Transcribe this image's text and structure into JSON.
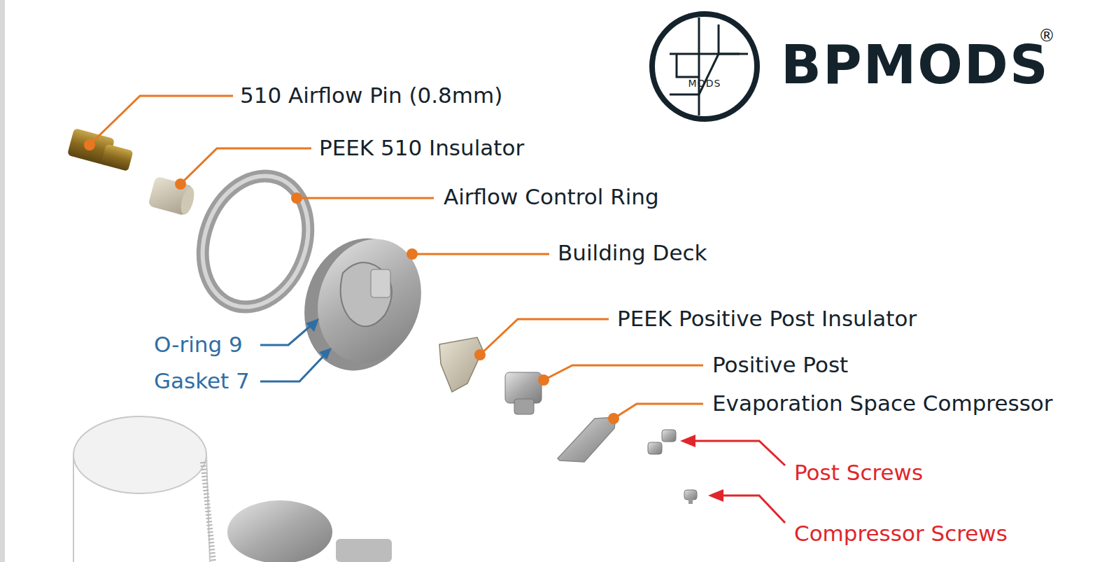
{
  "diagram": {
    "nodes": [
      {
        "text": [
          "MODS"
        ]
      }
    ],
    "labels": [
      "BPMODS",
      "®",
      "510 Airflow Pin (0.8mm)",
      "PEEK 510 Insulator",
      "Airflow Control Ring",
      "Building Deck",
      "O-ring 9",
      "Gasket 7",
      "PEEK Positive Post Insulator",
      "Positive Post",
      "Evaporation Space Compressor",
      "Post Screws",
      "Compressor Screws"
    ]
  }
}
